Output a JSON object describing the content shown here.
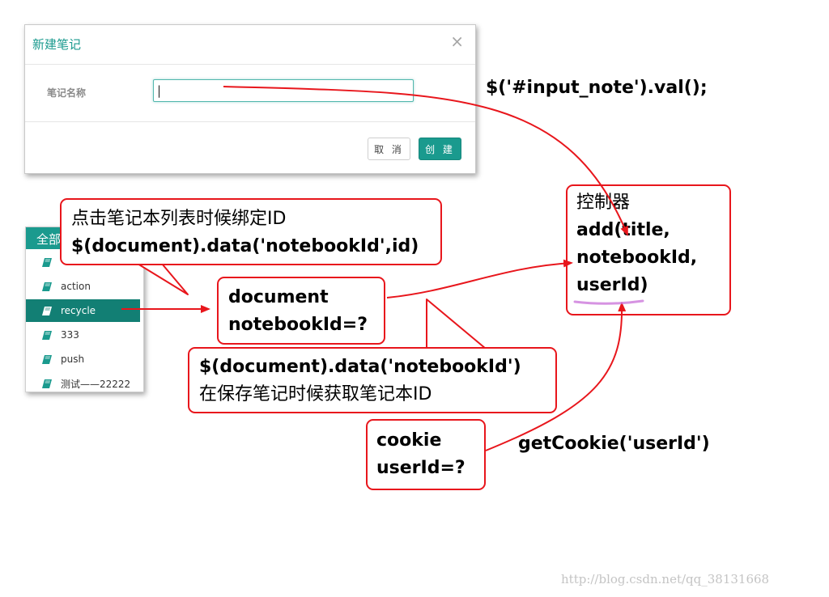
{
  "dialog": {
    "title": "新建笔记",
    "close_glyph": "×",
    "field_label": "笔记名称",
    "input_value": "|",
    "cancel_label": "取 消",
    "create_label": "创 建"
  },
  "notebook_list": {
    "header": "全部",
    "items": [
      {
        "label": "",
        "icon": "book-icon"
      },
      {
        "label": "action",
        "icon": "book-icon"
      },
      {
        "label": "recycle",
        "icon": "book-icon",
        "active": true
      },
      {
        "label": "333",
        "icon": "book-icon"
      },
      {
        "label": "push",
        "icon": "book-icon"
      },
      {
        "label": "测试——22222",
        "icon": "book-icon"
      }
    ]
  },
  "annotations": {
    "jquery_input": "$('#input_note').val();",
    "click_bind": {
      "line1": "点击笔记本列表时候绑定ID",
      "line2": "$(document).data('notebookId',id)"
    },
    "document_box": {
      "line1": "document",
      "line2": "notebookId=?"
    },
    "get_on_save": {
      "line1": "$(document).data('notebookId')",
      "line2": "在保存笔记时候获取笔记本ID"
    },
    "controller": {
      "line1": "控制器",
      "line2": "add(title,",
      "line3": "notebookId,",
      "line4": "userId)"
    },
    "cookie_box": {
      "line1": "cookie",
      "line2": "userId=?"
    },
    "get_cookie": "getCookie('userId')"
  },
  "watermark": "http://blog.csdn.net/qq_38131668",
  "colors": {
    "accent": "#1a9a8e",
    "annotation": "#e8161c",
    "highlight": "#c86fd8"
  }
}
